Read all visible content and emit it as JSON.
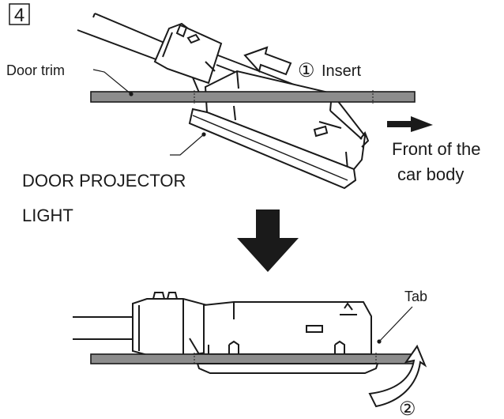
{
  "step_number": "4",
  "labels": {
    "door_trim": "Door trim",
    "insert_circled": "①",
    "insert": "Insert",
    "front_line1": "Front of the",
    "front_line2": "car body",
    "component_line1": "DOOR PROJECTOR",
    "component_line2": "LIGHT",
    "tab": "Tab",
    "step2_circled": "②"
  },
  "colors": {
    "line": "#1a1a1a",
    "trim_fill": "#8c8c8c",
    "light_fill": "#ffffff"
  }
}
